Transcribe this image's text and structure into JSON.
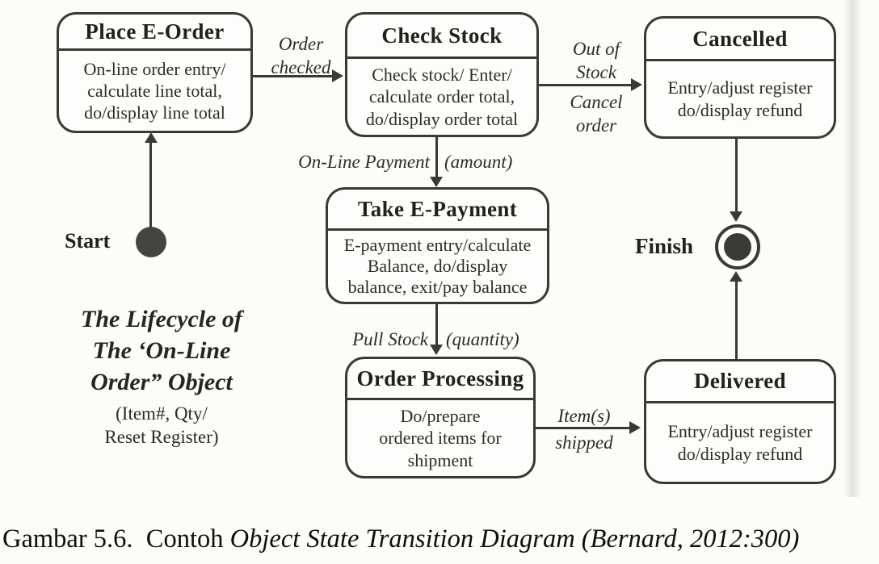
{
  "colors": {
    "ink": "#3a3a34",
    "paper": "#fcfcf9",
    "text": "#2c2c27"
  },
  "diagram_type": "object-state-transition-diagram",
  "states": {
    "place_e_order": {
      "title": "Place E-Order",
      "body": "On-line order entry/\ncalculate line total,\ndo/display line total"
    },
    "check_stock": {
      "title": "Check Stock",
      "body": "Check stock/ Enter/\ncalculate order total,\ndo/display order total"
    },
    "cancelled": {
      "title": "Cancelled",
      "body": "Entry/adjust register\ndo/display refund"
    },
    "take_e_payment": {
      "title": "Take E-Payment",
      "body": "E-payment entry/calculate\nBalance, do/display\nbalance, exit/pay balance"
    },
    "order_processing": {
      "title": "Order Processing",
      "body": "Do/prepare\nordered items for\nshipment"
    },
    "delivered": {
      "title": "Delivered",
      "body": "Entry/adjust register\ndo/display refund"
    }
  },
  "markers": {
    "start_label": "Start",
    "finish_label": "Finish"
  },
  "transitions": {
    "order_checked": "Order\nchecked",
    "out_of_stock": "Out of\nStock",
    "cancel_order": "Cancel\norder",
    "online_payment": "On-Line Payment",
    "amount": "(amount)",
    "pull_stock": "Pull Stock",
    "quantity": "(quantity)",
    "items": "Item(s)",
    "shipped": "shipped"
  },
  "note": {
    "title": "The Lifecycle of\nThe ‘On-Line\nOrder” Object",
    "subtitle": "(Item#, Qty/\nReset Register)"
  },
  "caption": {
    "regular": "Gambar 5.6.  Contoh ",
    "italic": "Object State Transition Diagram (Bernard, 2012:300)"
  }
}
